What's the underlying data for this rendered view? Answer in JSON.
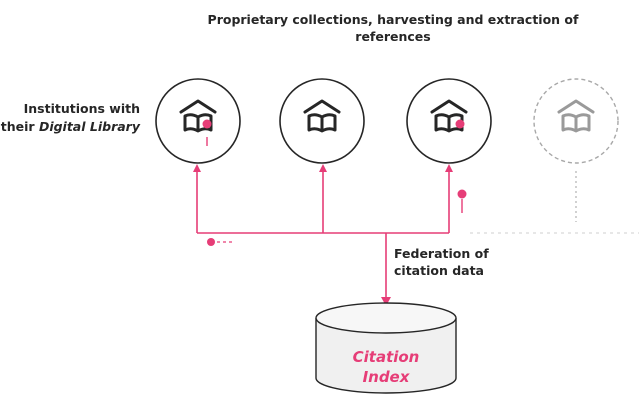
{
  "header": {
    "line1": "Proprietary collections, harvesting and extraction of",
    "line2": "references"
  },
  "institutions": {
    "line1": "Institutions with",
    "line2_prefix": "their ",
    "line2_italic": "Digital Library"
  },
  "federation": {
    "line1": "Federation of",
    "line2": "citation data"
  },
  "citation_index": {
    "line1": "Citation",
    "line2": "Index"
  },
  "libraries": [
    {
      "icon": "open-book-library-icon",
      "has_dot": true,
      "faded": false
    },
    {
      "icon": "open-book-library-icon",
      "has_dot": false,
      "faded": false
    },
    {
      "icon": "open-book-library-icon",
      "has_dot": true,
      "faded": false
    },
    {
      "icon": "open-book-library-icon",
      "has_dot": true,
      "faded": true
    }
  ],
  "colors": {
    "accent": "#e63d77",
    "ink": "#262626",
    "faded": "#a8a8a8",
    "cylinder_fill": "#f0f0f0"
  }
}
